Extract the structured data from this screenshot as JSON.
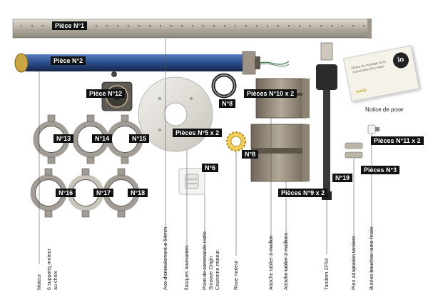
{
  "tags": {
    "p1": "Pièce N°1",
    "p2": "Pièce N°2",
    "p12": "Pièce N°12",
    "p13": "N°13",
    "p14": "N°14",
    "p15": "N°15",
    "p16": "N°16",
    "p17": "N°17",
    "p18": "N°18",
    "p5": "Pièces N°5 x 2",
    "p8a": "N°8",
    "p8b": "N°8",
    "p6": "N°6",
    "p10": "Pièces N°10 x 2",
    "p9": "Pièces N°9 x 2",
    "p19": "N°19",
    "p11": "Pièces N°11 x 2",
    "p3": "Pièces N°3"
  },
  "captions": {
    "notice": "Notice de pose"
  },
  "card": {
    "logo": "io",
    "text": "Notice de montage de la motorisation Box Alarm",
    "brand": "somfy"
  },
  "labels": {
    "moteur": "Moteur",
    "supports_1": "6 supports moteur",
    "supports_2": "au choix",
    "axe": "Axe d'enroulement ø 54mm",
    "flasques": "flasques tournantes",
    "point_1": "Point de commande radio",
    "point_2": "Smoove Origin",
    "point_3": "Couronne moteur",
    "roue": "Roue moteur",
    "attache1": "Attache tablier 1 maillon",
    "attache2": "Attache tablier 2 maillons",
    "tandem": "Tandem ZF54",
    "pion": "Pion adaptation tandem",
    "butees": "Butées bouchon lame finale"
  },
  "colors": {
    "axe": "#b9b3a6",
    "moteur": "#2c4f8c",
    "tag_bg": "#111111",
    "metal": "#8a8070"
  }
}
